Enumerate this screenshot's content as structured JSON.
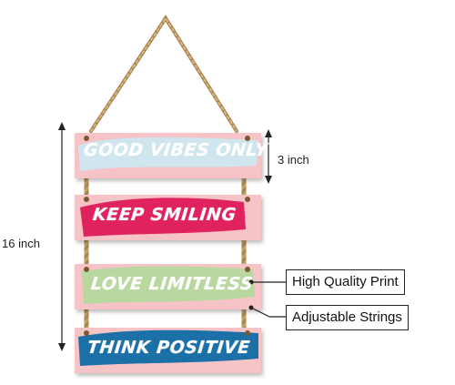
{
  "product": {
    "planks": [
      {
        "text": "GOOD VIBES ONLY",
        "brush_color": "#cfe6ee"
      },
      {
        "text": "KEEP SMILING",
        "brush_color": "#e0205e"
      },
      {
        "text": "LOVE LIMITLESS",
        "brush_color": "#b8d8a0"
      },
      {
        "text": "THINK POSITIVE",
        "brush_color": "#1f6fa8"
      }
    ],
    "plank_base_color": "#f6c3c6",
    "rope_color": "#b89660"
  },
  "dimensions": {
    "plank_height_label": "3 inch",
    "total_height_label": "16 inch"
  },
  "callouts": {
    "print_label": "High Quality Print",
    "strings_label": "Adjustable Strings"
  }
}
